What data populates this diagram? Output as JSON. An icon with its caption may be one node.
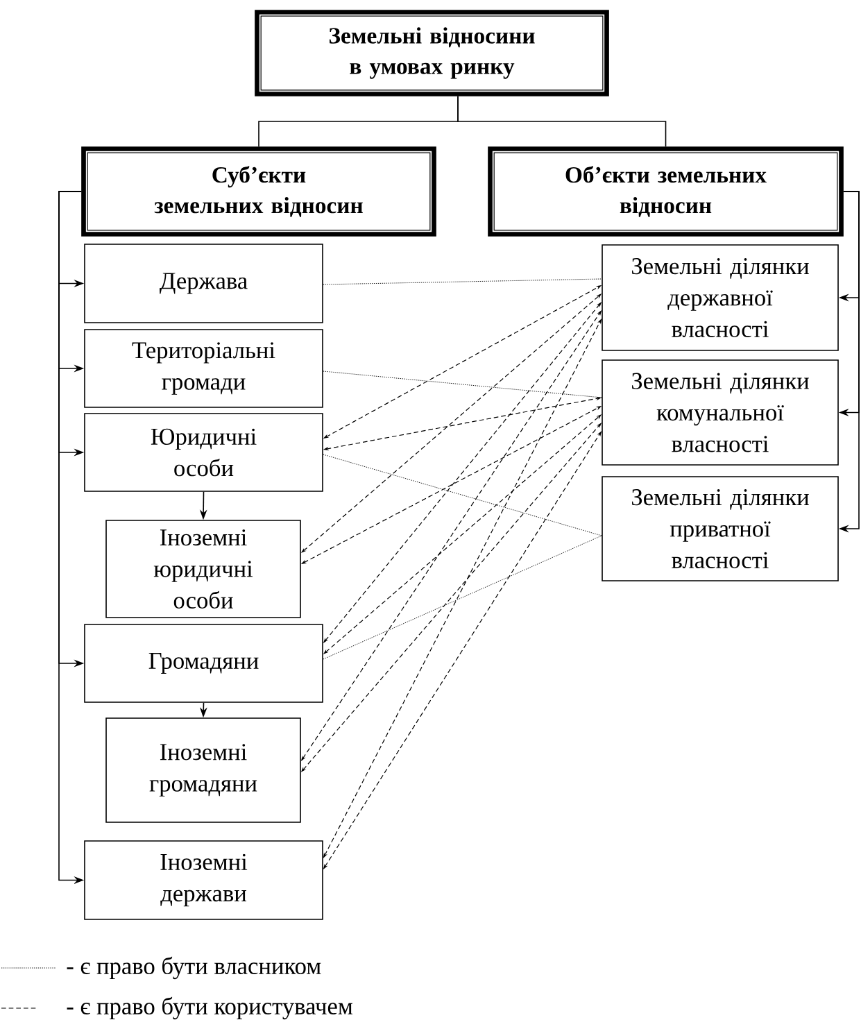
{
  "diagram": {
    "nodes": [
      {
        "text": [
          "Земельні відносини в умовах ринку"
        ]
      },
      {
        "text": [
          "Суб’єкти земельних відносин"
        ]
      },
      {
        "text": [
          "Об’єкти земельних відносин"
        ]
      },
      {
        "text": [
          "Держава"
        ]
      },
      {
        "text": [
          "Територіальні громади"
        ]
      },
      {
        "text": [
          "Юридичні особи"
        ]
      },
      {
        "text": [
          "Іноземні юридичні особи"
        ]
      },
      {
        "text": [
          "Громадяни"
        ]
      },
      {
        "text": [
          "Іноземні громадяни"
        ]
      },
      {
        "text": [
          "Іноземні держави"
        ]
      },
      {
        "text": [
          "Земельні ділянки державної власності"
        ]
      },
      {
        "text": [
          "Земельні ділянки комунальної власності"
        ]
      },
      {
        "text": [
          "Земельні ділянки приватної власності"
        ]
      }
    ],
    "edges": [
      {
        "from": 0,
        "to": 1,
        "arrow": "none"
      },
      {
        "from": 0,
        "to": 2,
        "arrow": "none"
      },
      {
        "from": 1,
        "to": 3,
        "arrow": "to"
      },
      {
        "from": 1,
        "to": 4,
        "arrow": "to"
      },
      {
        "from": 1,
        "to": 5,
        "arrow": "to"
      },
      {
        "from": 1,
        "to": 7,
        "arrow": "to"
      },
      {
        "from": 1,
        "to": 9,
        "arrow": "to"
      },
      {
        "from": 5,
        "to": 6,
        "arrow": "to"
      },
      {
        "from": 7,
        "to": 8,
        "arrow": "to"
      },
      {
        "from": 2,
        "to": 10,
        "arrow": "to"
      },
      {
        "from": 2,
        "to": 11,
        "arrow": "to"
      },
      {
        "from": 2,
        "to": 12,
        "arrow": "to"
      },
      {
        "from": 3,
        "to": 10,
        "arrow": "none",
        "style": "dashed"
      },
      {
        "from": 4,
        "to": 11,
        "arrow": "none",
        "style": "dashed"
      },
      {
        "from": 5,
        "to": 12,
        "arrow": "none",
        "style": "dashed"
      },
      {
        "from": 7,
        "to": 12,
        "arrow": "none",
        "style": "dashed"
      },
      {
        "from": 5,
        "to": 10,
        "arrow": "both",
        "style": "dashed"
      },
      {
        "from": 5,
        "to": 11,
        "arrow": "both",
        "style": "dashed"
      },
      {
        "from": 6,
        "to": 10,
        "arrow": "both",
        "style": "dashed"
      },
      {
        "from": 6,
        "to": 11,
        "arrow": "both",
        "style": "dashed"
      },
      {
        "from": 7,
        "to": 10,
        "arrow": "both",
        "style": "dashed"
      },
      {
        "from": 7,
        "to": 11,
        "arrow": "both",
        "style": "dashed"
      },
      {
        "from": 8,
        "to": 10,
        "arrow": "both",
        "style": "dashed"
      },
      {
        "from": 8,
        "to": 11,
        "arrow": "both",
        "style": "dashed"
      },
      {
        "from": 9,
        "to": 10,
        "arrow": "both",
        "style": "dashed"
      },
      {
        "from": 9,
        "to": 11,
        "arrow": "both",
        "style": "dashed"
      }
    ],
    "legend": [
      {
        "text": "- є право бути власником"
      },
      {
        "text": "- є право бути користувачем"
      }
    ]
  }
}
